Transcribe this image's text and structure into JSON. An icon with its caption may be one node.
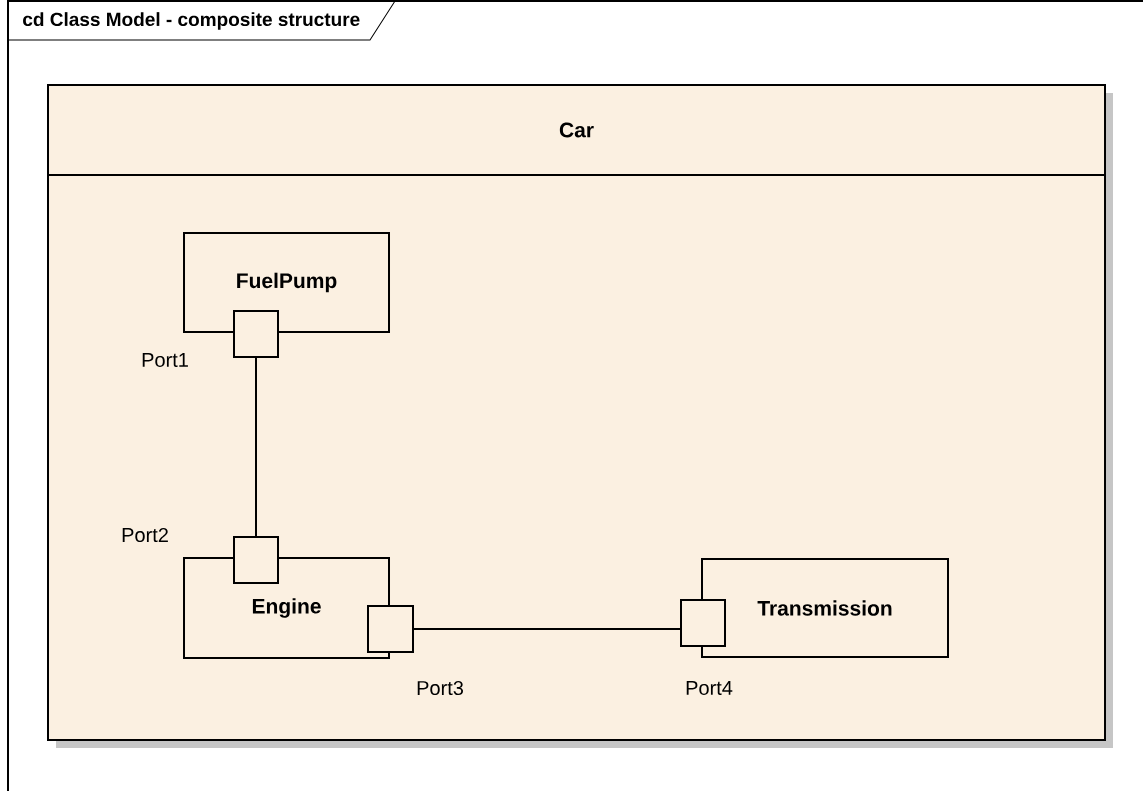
{
  "diagram": {
    "title": "cd Class Model - composite structure",
    "nodes": [
      {
        "text": [
          "Car"
        ]
      },
      {
        "text": [
          "FuelPump"
        ],
        "in": 0
      },
      {
        "text": [],
        "shape": "box",
        "in": 0
      },
      {
        "text": [
          "Engine"
        ],
        "in": 0
      },
      {
        "text": [],
        "shape": "box",
        "in": 0
      },
      {
        "text": [],
        "shape": "box",
        "in": 0
      },
      {
        "text": [
          "Transmission"
        ],
        "in": 0
      },
      {
        "text": [],
        "shape": "box",
        "in": 0
      }
    ],
    "edges": [
      {
        "from": 2,
        "to": 4,
        "arrow": "none"
      },
      {
        "from": 5,
        "to": 7,
        "arrow": "none"
      }
    ],
    "labels": [
      "Port1",
      "Port2",
      "Port3",
      "Port4"
    ]
  }
}
